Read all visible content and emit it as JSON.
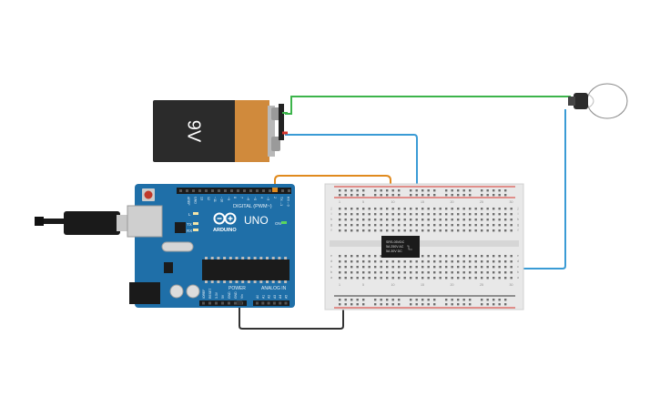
{
  "battery": {
    "label": "9V",
    "body_color": "#2b2b2b",
    "cap_color": "#d08a3c"
  },
  "arduino": {
    "brand": "ARDUINO",
    "model": "UNO",
    "on_label": "ON",
    "tx_label": "TX",
    "rx_label": "RX",
    "l_label": "L",
    "digital_label": "DIGITAL (PWM~)",
    "power_label": "POWER",
    "analog_label": "ANALOG IN",
    "aref_label": "AREF",
    "gnd_label": "GND",
    "digital_pins": [
      "13",
      "12",
      "~11",
      "~10",
      "~9",
      "8",
      "7",
      "~6",
      "~5",
      "4",
      "~3",
      "2",
      "TX→1",
      "RX←0"
    ],
    "power_pins": [
      "IOREF",
      "RESET",
      "3.3V",
      "5V",
      "GND",
      "GND",
      "Vin"
    ],
    "analog_pins": [
      "A0",
      "A1",
      "A2",
      "A3",
      "A4",
      "A5"
    ],
    "board_color": "#1f6fa8"
  },
  "relay": {
    "line1": "SRS-05VDC",
    "line2": "5A 250V AC",
    "line3": "5A 30V DC"
  },
  "wire_colors": {
    "green": "#3cb44b",
    "blue": "#3a9bd5",
    "orange": "#e08a1e",
    "black": "#333333",
    "red": "#d9342b"
  },
  "breadboard": {
    "column_numbers": [
      "1",
      "5",
      "10",
      "15",
      "20",
      "25",
      "30"
    ],
    "row_letters_top": [
      "j",
      "i",
      "h",
      "g",
      "f"
    ],
    "row_letters_bottom": [
      "e",
      "d",
      "c",
      "b",
      "a"
    ]
  }
}
